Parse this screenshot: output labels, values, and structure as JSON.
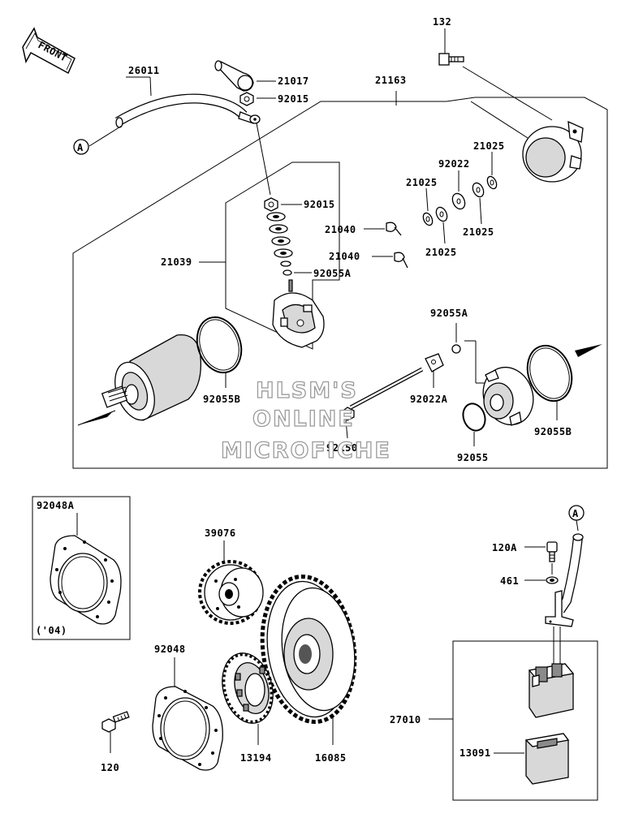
{
  "front_label": "FRONT",
  "watermark": {
    "line1": "HLSM'S",
    "line2": "ONLINE",
    "line3": "MICROFICHE"
  },
  "connector_ref": "A",
  "note_04": "('04)",
  "parts": {
    "p132": "132",
    "p26011": "26011",
    "p21017": "21017",
    "p92015_top": "92015",
    "p21163": "21163",
    "p92015_mid": "92015",
    "p21025_a": "21025",
    "p92022": "92022",
    "p21025_b": "21025",
    "p21040_a": "21040",
    "p21040_b": "21040",
    "p21025_c": "21025",
    "p21025_d": "21025",
    "p21039": "21039",
    "p92055A_a": "92055A",
    "p92055A_b": "92055A",
    "p92055B_l": "92055B",
    "p92022A": "92022A",
    "p92150": "92150",
    "p92055": "92055",
    "p92055B_r": "92055B",
    "p92048A": "92048A",
    "p39076": "39076",
    "p120A": "120A",
    "p461": "461",
    "p92048": "92048",
    "p27010": "27010",
    "p16085": "16085",
    "p13194": "13194",
    "p13091": "13091",
    "p120": "120"
  }
}
